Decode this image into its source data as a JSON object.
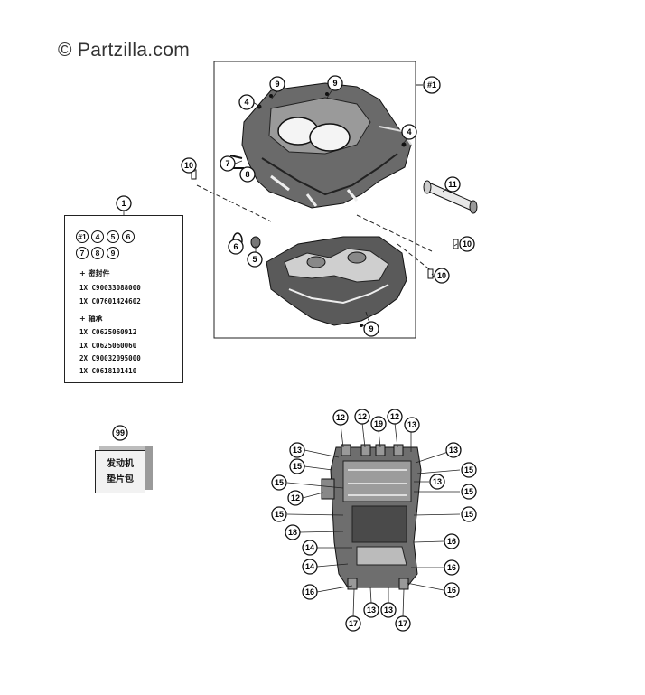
{
  "watermark": "© Partzilla.com",
  "callouts": {
    "assembly": "#1",
    "kit": "1",
    "gasket_kit": "99"
  },
  "kit_box": {
    "row1": [
      "#1",
      "4",
      "5",
      "6"
    ],
    "row2": [
      "7",
      "8",
      "9"
    ],
    "seal_heading": "+ 密封件",
    "seal_lines": [
      "1X C90033088000",
      "1X C07601424602"
    ],
    "bearing_heading": "+ 轴承",
    "bearing_lines": [
      "1X C0625060912",
      "1X C0625060060",
      "2X C90032095000",
      "1X C0618101410"
    ]
  },
  "gasket_box": {
    "line1": "发动机",
    "line2": "垫片包"
  },
  "upper_callouts": [
    "9",
    "9",
    "4",
    "4",
    "7",
    "8",
    "10",
    "11",
    "6",
    "5",
    "10",
    "10",
    "9"
  ],
  "lower_callouts": [
    "12",
    "12",
    "19",
    "12",
    "13",
    "13",
    "13",
    "15",
    "13",
    "15",
    "12",
    "15",
    "15",
    "15",
    "15",
    "18",
    "14",
    "16",
    "14",
    "16",
    "16",
    "17",
    "13",
    "13",
    "17"
  ],
  "colors": {
    "line": "#222222",
    "part_dark": "#3a3a3a",
    "part_mid": "#8a8a8a",
    "part_light": "#d0d0d0"
  }
}
